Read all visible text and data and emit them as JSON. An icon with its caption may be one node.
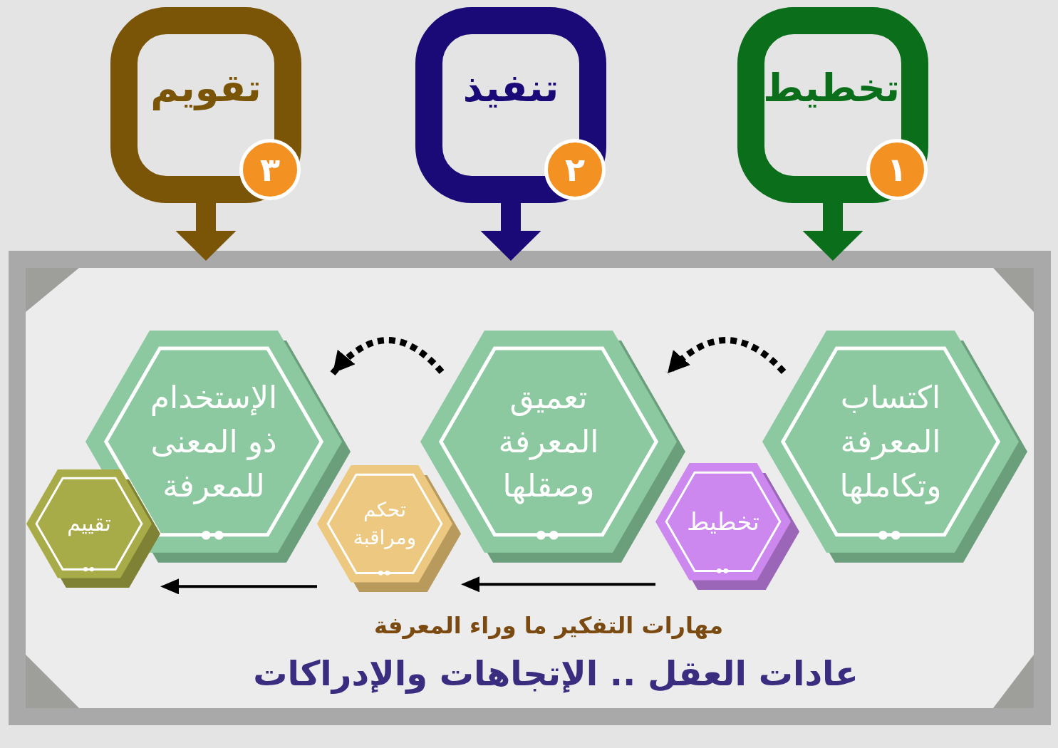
{
  "diagram": {
    "nodes": [
      {
        "text": [
          "تخطيط"
        ]
      },
      {
        "text": [
          "١"
        ]
      },
      {
        "text": [
          "تنفيذ"
        ]
      },
      {
        "text": [
          "٢"
        ]
      },
      {
        "text": [
          "تقويم"
        ]
      },
      {
        "text": [
          "٣"
        ]
      },
      {
        "text": [
          "مهارات التفكير ما وراء المعرفة",
          "عادات العقل .. الإتجاهات والإدراكات"
        ]
      },
      {
        "text": [
          "اكتساب المعرفة وتكاملها"
        ],
        "in": 6
      },
      {
        "text": [
          "تعميق المعرفة وصقلها"
        ],
        "in": 6
      },
      {
        "text": [
          "الإستخدام ذو المعنى للمعرفة"
        ],
        "in": 6
      },
      {
        "text": [
          "تخطيط"
        ],
        "in": 6
      },
      {
        "text": [
          "تحكم ومراقبة"
        ],
        "in": 6
      },
      {
        "text": [
          "تقييم"
        ],
        "in": 6
      }
    ],
    "edges": [
      {
        "from": 0,
        "to": 6,
        "arrow": "to",
        "style": "thick",
        "color": "#0a6e1a"
      },
      {
        "from": 2,
        "to": 6,
        "arrow": "to",
        "style": "thick",
        "color": "#1a0a78"
      },
      {
        "from": 4,
        "to": 6,
        "arrow": "to",
        "style": "thick",
        "color": "#7a5508"
      },
      {
        "from": 7,
        "to": 8,
        "arrow": "to",
        "style": "dashed"
      },
      {
        "from": 8,
        "to": 9,
        "arrow": "to",
        "style": "dashed"
      },
      {
        "from": 10,
        "to": 11,
        "arrow": "to"
      },
      {
        "from": 11,
        "to": 12,
        "arrow": "to"
      }
    ]
  }
}
